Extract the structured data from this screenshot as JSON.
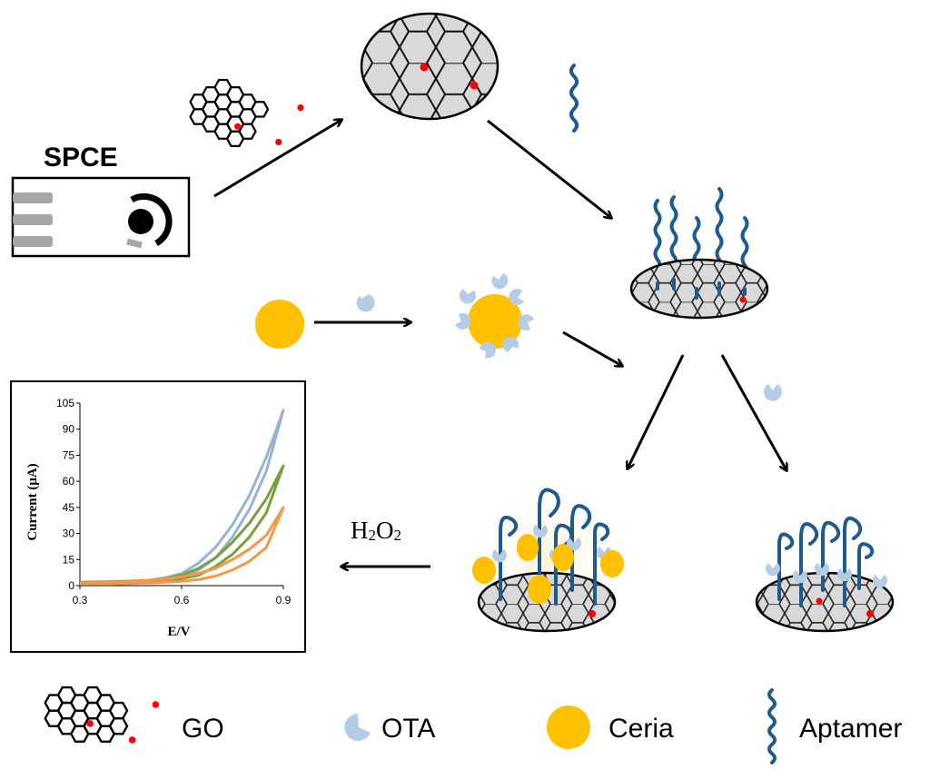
{
  "labels": {
    "spce": "SPCE",
    "h2o2_h": "H",
    "h2o2_2a": "2",
    "h2o2_o": "O",
    "h2o2_2b": "2"
  },
  "legend": [
    {
      "label": "GO",
      "icon": "graphene-oxide-icon"
    },
    {
      "label": "OTA",
      "icon": "ota-icon"
    },
    {
      "label": "Ceria",
      "icon": "ceria-icon"
    },
    {
      "label": "Aptamer",
      "icon": "aptamer-icon"
    }
  ],
  "colors": {
    "ceria": "#FFC000",
    "ota": "#B4CCE6",
    "aptamer": "#1F5A8C",
    "red_dot": "#FF0000",
    "sheet": "#D9D9D9"
  },
  "chart_data": {
    "type": "line",
    "xlabel": "E/V",
    "ylabel": "Current  (μA)",
    "xlim": [
      0.3,
      0.9
    ],
    "ylim": [
      0,
      105
    ],
    "xticks": [
      "0.3",
      "0.6",
      "0.9"
    ],
    "yticks": [
      "0",
      "15",
      "30",
      "45",
      "60",
      "75",
      "90",
      "105"
    ],
    "series": [
      {
        "color": "#95B3D7",
        "forward": [
          [
            0.3,
            1.5
          ],
          [
            0.4,
            2
          ],
          [
            0.5,
            3
          ],
          [
            0.55,
            4.5
          ],
          [
            0.6,
            7
          ],
          [
            0.65,
            13
          ],
          [
            0.7,
            22
          ],
          [
            0.75,
            35
          ],
          [
            0.8,
            52
          ],
          [
            0.85,
            74
          ],
          [
            0.9,
            101
          ]
        ],
        "reverse": [
          [
            0.9,
            101
          ],
          [
            0.85,
            66
          ],
          [
            0.8,
            44
          ],
          [
            0.75,
            28
          ],
          [
            0.7,
            16
          ],
          [
            0.65,
            9
          ],
          [
            0.6,
            5
          ],
          [
            0.55,
            3
          ],
          [
            0.5,
            2
          ],
          [
            0.4,
            1
          ],
          [
            0.3,
            1
          ]
        ]
      },
      {
        "color": "#77A03C",
        "forward": [
          [
            0.3,
            2
          ],
          [
            0.4,
            2.3
          ],
          [
            0.5,
            3
          ],
          [
            0.55,
            4
          ],
          [
            0.6,
            6
          ],
          [
            0.65,
            10
          ],
          [
            0.7,
            16
          ],
          [
            0.75,
            25
          ],
          [
            0.8,
            36
          ],
          [
            0.85,
            50
          ],
          [
            0.9,
            69
          ]
        ],
        "reverse": [
          [
            0.9,
            69
          ],
          [
            0.85,
            42
          ],
          [
            0.8,
            28
          ],
          [
            0.75,
            18
          ],
          [
            0.7,
            11
          ],
          [
            0.65,
            6
          ],
          [
            0.6,
            4
          ],
          [
            0.55,
            2.5
          ],
          [
            0.5,
            2
          ],
          [
            0.4,
            1.5
          ],
          [
            0.3,
            1.5
          ]
        ]
      },
      {
        "color": "#F79646",
        "forward": [
          [
            0.3,
            1.5
          ],
          [
            0.4,
            2
          ],
          [
            0.5,
            3
          ],
          [
            0.55,
            3.8
          ],
          [
            0.6,
            5
          ],
          [
            0.65,
            7
          ],
          [
            0.7,
            10
          ],
          [
            0.75,
            15
          ],
          [
            0.8,
            21
          ],
          [
            0.85,
            29
          ],
          [
            0.9,
            45
          ]
        ],
        "reverse": [
          [
            0.9,
            45
          ],
          [
            0.85,
            22
          ],
          [
            0.8,
            14
          ],
          [
            0.75,
            9
          ],
          [
            0.7,
            5.5
          ],
          [
            0.65,
            3.5
          ],
          [
            0.6,
            2.5
          ],
          [
            0.55,
            2
          ],
          [
            0.5,
            1.5
          ],
          [
            0.4,
            1
          ],
          [
            0.3,
            1
          ]
        ]
      }
    ]
  }
}
